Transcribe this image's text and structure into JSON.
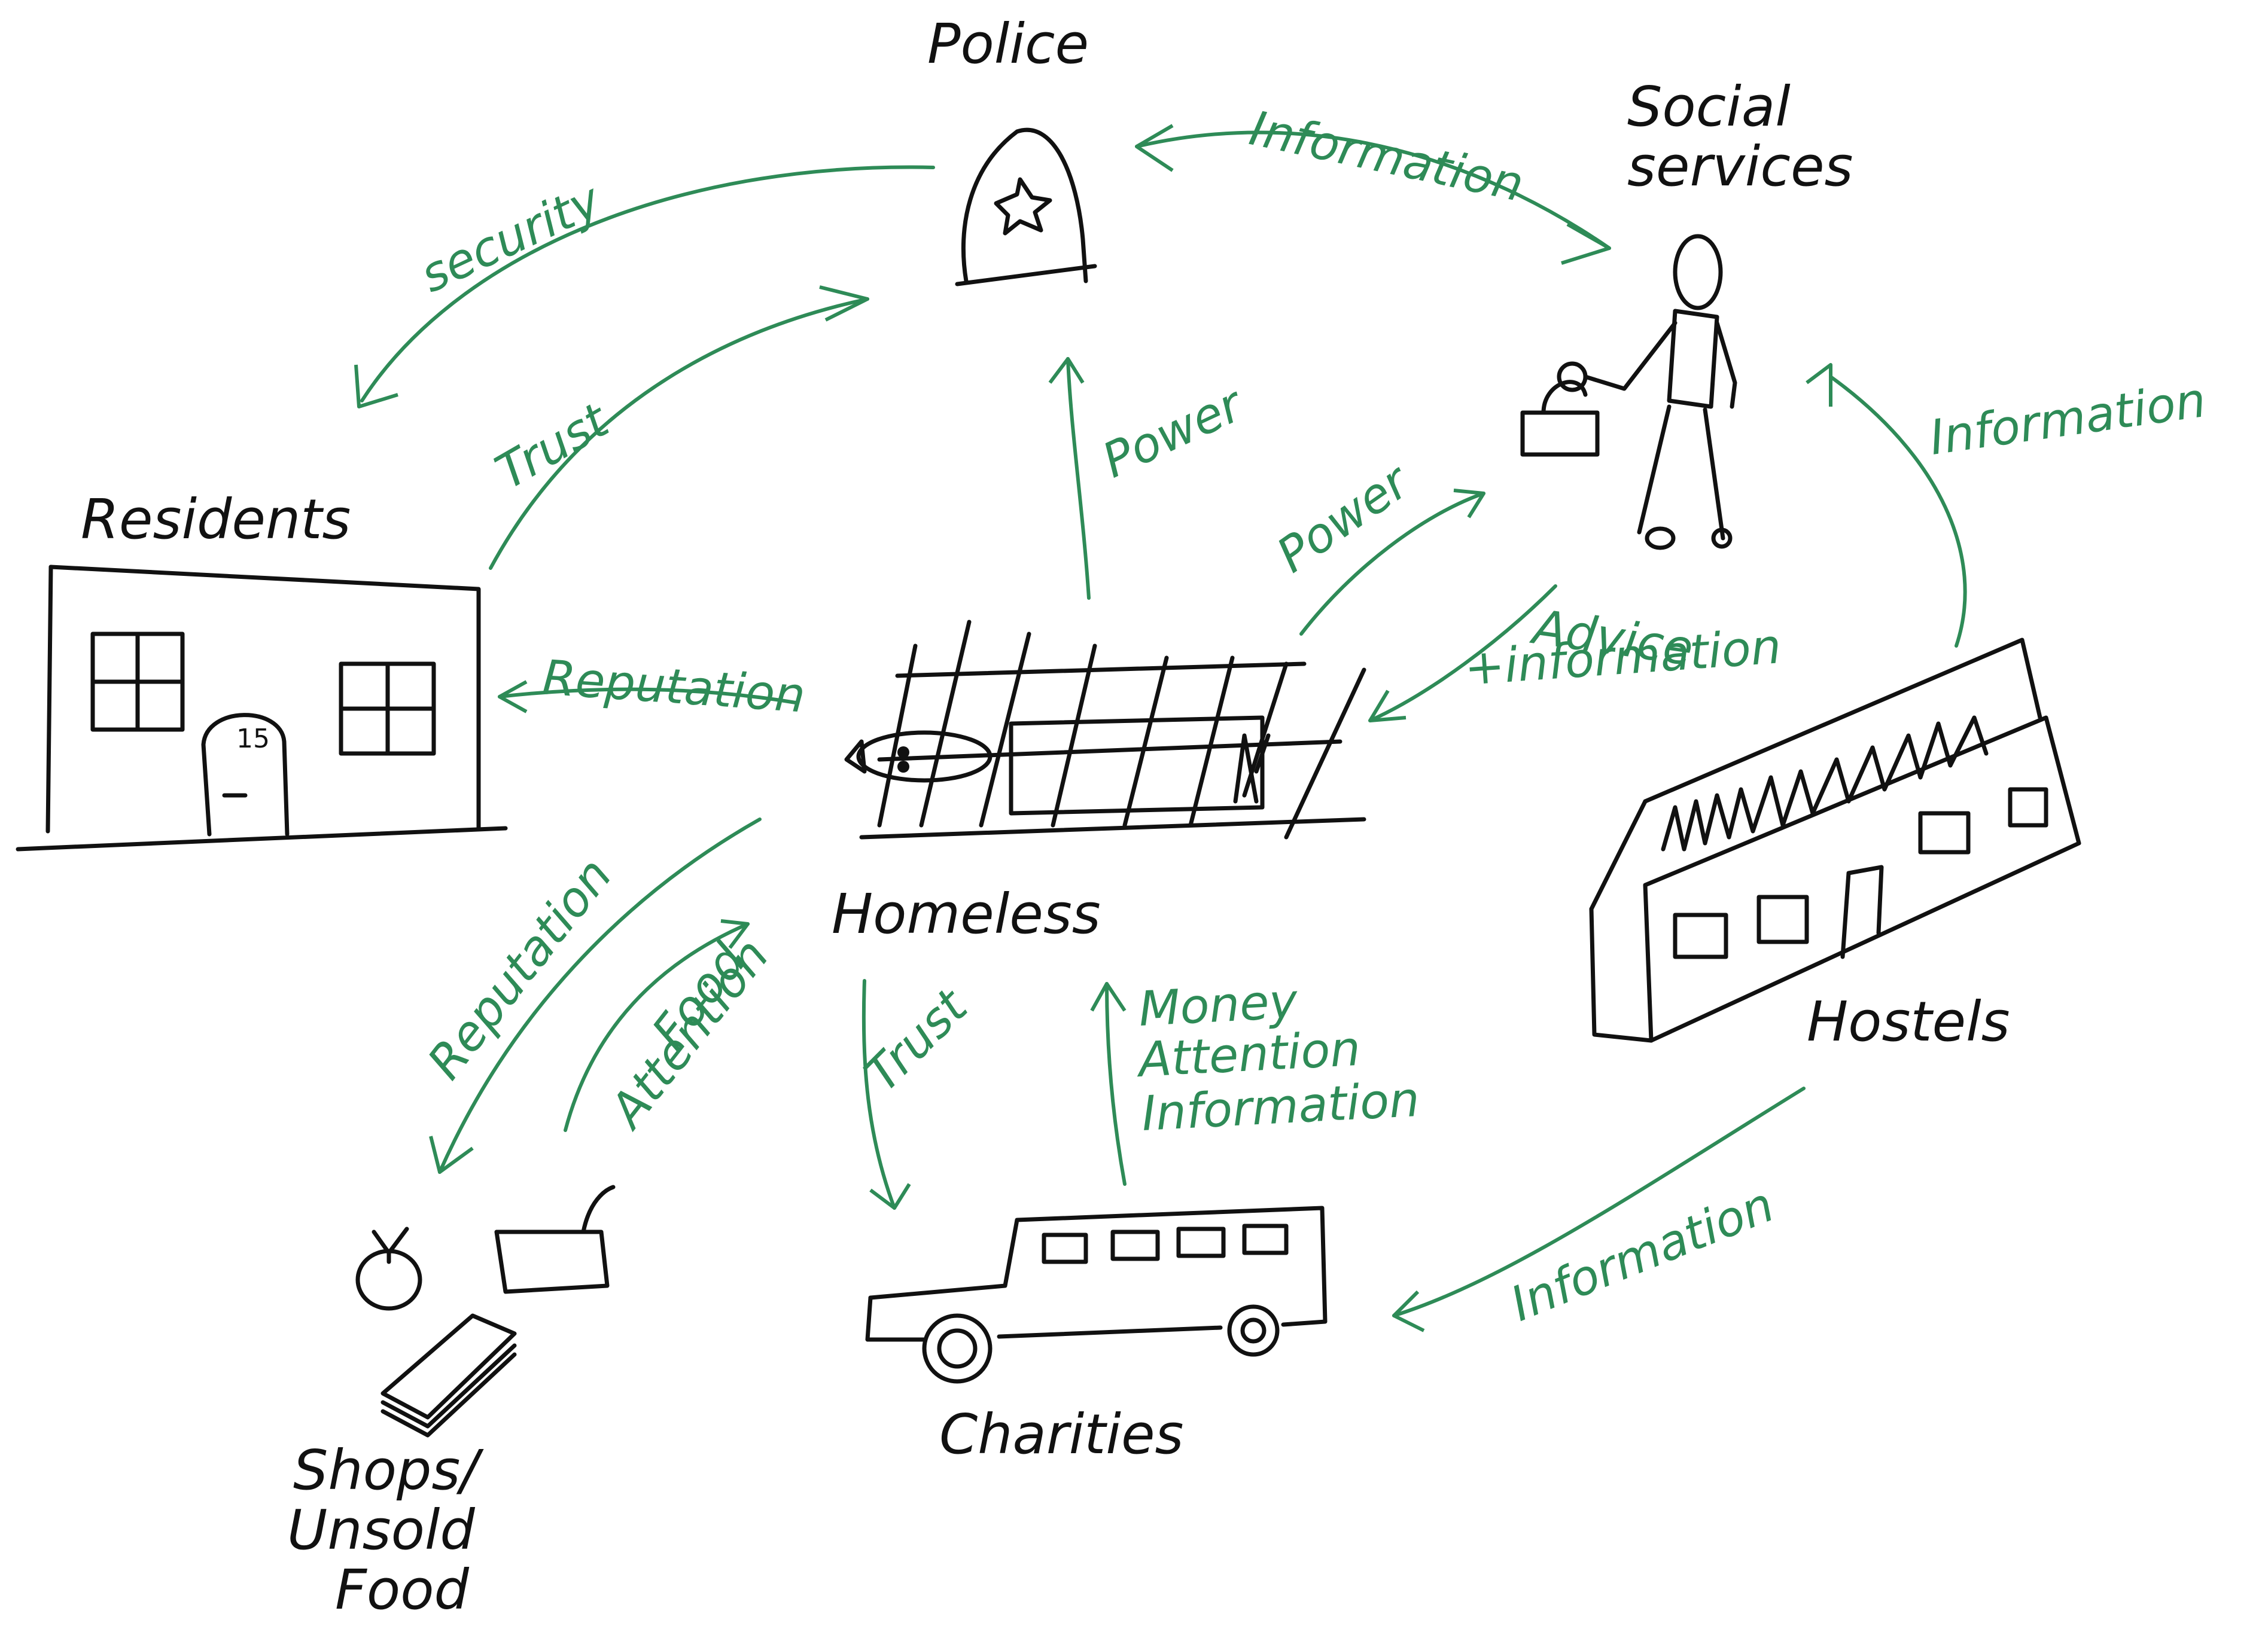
{
  "colors": {
    "ink": "#111111",
    "accent": "#2e8b57"
  },
  "nodes": {
    "police": "Police",
    "social_services_line1": "Social",
    "social_services_line2": "services",
    "residents": "Residents",
    "homeless": "Homeless",
    "hostels": "Hostels",
    "charities": "Charities",
    "shops_line1": "Shops/",
    "shops_line2": "Unsold",
    "shops_line3": "Food",
    "house_number": "15"
  },
  "edges": {
    "security": "security",
    "trust_residents_police": "Trust",
    "information_police_social": "Information",
    "power_homeless_police": "Power",
    "power_homeless_social": "Power",
    "advice_line1": "Advice",
    "advice_line2": "+information",
    "information_hostels_social": "Information",
    "reputation_homeless_residents": "Reputation",
    "reputation_homeless_shops": "Reputation",
    "food_line1": "Food",
    "food_line2": "Attention",
    "trust_homeless_charities": "Trust",
    "money_line1": "Money",
    "money_line2": "Attention",
    "money_line3": "Information",
    "information_hostels_charities": "Information"
  }
}
